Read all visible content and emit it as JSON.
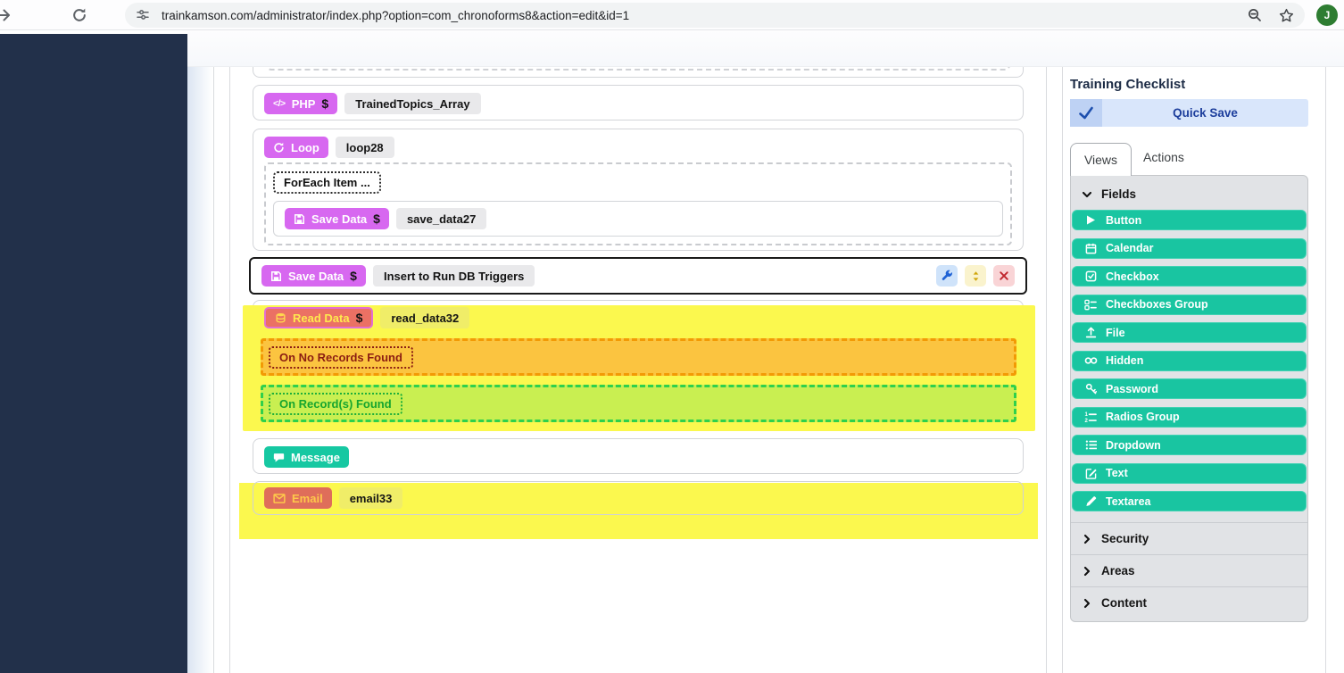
{
  "browser": {
    "url": "trainkamson.com/administrator/index.php?option=com_chronoforms8&action=edit&id=1",
    "avatar_initial": "J"
  },
  "panel_header": {
    "title": "Training Checklist",
    "quick_save_label": "Quick Save"
  },
  "tabs": {
    "views": "Views",
    "actions": "Actions"
  },
  "canvas": {
    "php_block": {
      "type_label": "PHP",
      "dollar": "$",
      "name": "TrainedTopics_Array"
    },
    "loop_block": {
      "type_label": "Loop",
      "name": "loop28",
      "foreach_label": "ForEach Item ...",
      "save_child": {
        "type_label": "Save Data",
        "dollar": "$",
        "name": "save_data27"
      }
    },
    "save_db_block": {
      "type_label": "Save Data",
      "dollar": "$",
      "name": "Insert to Run DB Triggers"
    },
    "read_block": {
      "type_label": "Read Data",
      "dollar": "$",
      "name": "read_data32",
      "no_records_label": "On No Records Found",
      "records_found_label": "On Record(s) Found"
    },
    "message_block": {
      "type_label": "Message"
    },
    "email_block": {
      "type_label": "Email",
      "name": "email33"
    }
  },
  "panel": {
    "sections": {
      "fields": "Fields",
      "security": "Security",
      "areas": "Areas",
      "content": "Content"
    },
    "fields": [
      {
        "label": "Button",
        "icon": "play-icon"
      },
      {
        "label": "Calendar",
        "icon": "calendar-icon"
      },
      {
        "label": "Checkbox",
        "icon": "checkbox-icon"
      },
      {
        "label": "Checkboxes Group",
        "icon": "checklist-icon"
      },
      {
        "label": "File",
        "icon": "upload-icon"
      },
      {
        "label": "Hidden",
        "icon": "goggles-icon"
      },
      {
        "label": "Password",
        "icon": "key-icon"
      },
      {
        "label": "Radios Group",
        "icon": "numbered-list-icon"
      },
      {
        "label": "Dropdown",
        "icon": "list-icon"
      },
      {
        "label": "Text",
        "icon": "edit-square-icon"
      },
      {
        "label": "Textarea",
        "icon": "pencil-icon"
      }
    ]
  },
  "colors": {
    "sidebar": "#22304a",
    "badge_purple": "#d768f0",
    "badge_teal": "#16c8a2",
    "field_button_teal": "#19c5a1",
    "highlight_yellow": "#fbf84e",
    "read_badge_red": "#eb7164",
    "email_badge_red": "#df6e5a",
    "no_records_orange": "#fbc440",
    "records_green": "#c9ef51",
    "quick_save_bg": "#d9e6fb",
    "quick_save_text": "#1d3e9c",
    "selected_border": "#1a1a1a",
    "avatar_green": "#2e7d32"
  }
}
